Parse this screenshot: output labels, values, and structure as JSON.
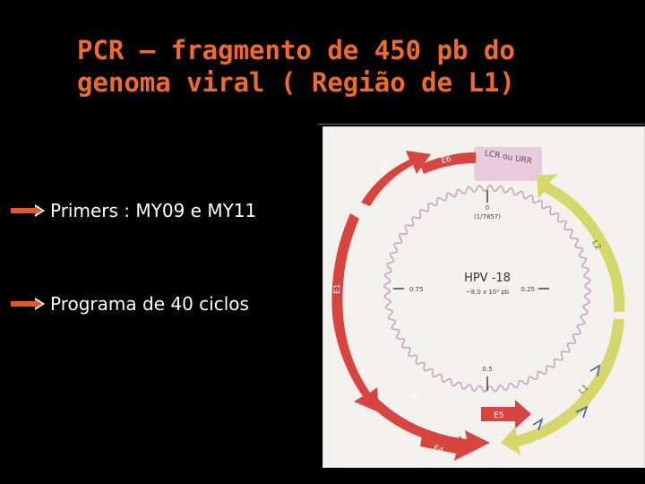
{
  "slide": {
    "title_line1": "PCR – fragmento de 450 pb do",
    "title_line2": "genoma viral ( Região de L1)",
    "bullets": [
      {
        "text": "Primers : MY09 e MY11",
        "icon": "orange-arrow-icon"
      },
      {
        "text": "Programa de 40 ciclos",
        "icon": "orange-arrow-icon"
      }
    ],
    "colors": {
      "title": "#f06a2a",
      "background": "#000000",
      "early_genes": "#d9443f",
      "late_genes": "#d4d86a",
      "lcr_box": "#e8c3d6"
    }
  },
  "diagram": {
    "center_title": "HPV -18",
    "center_subtitle": "~8,0 x 10³ pb",
    "top_position": "0",
    "top_position_sub": "(1/7857)",
    "pos_left": "0.75",
    "pos_right": "0.25",
    "pos_bottom": "0.5",
    "lcr_label": "LCR ou URR",
    "genes": [
      "E7",
      "E6",
      "E1",
      "E2",
      "E5",
      "E4",
      "L2",
      "L1"
    ]
  }
}
